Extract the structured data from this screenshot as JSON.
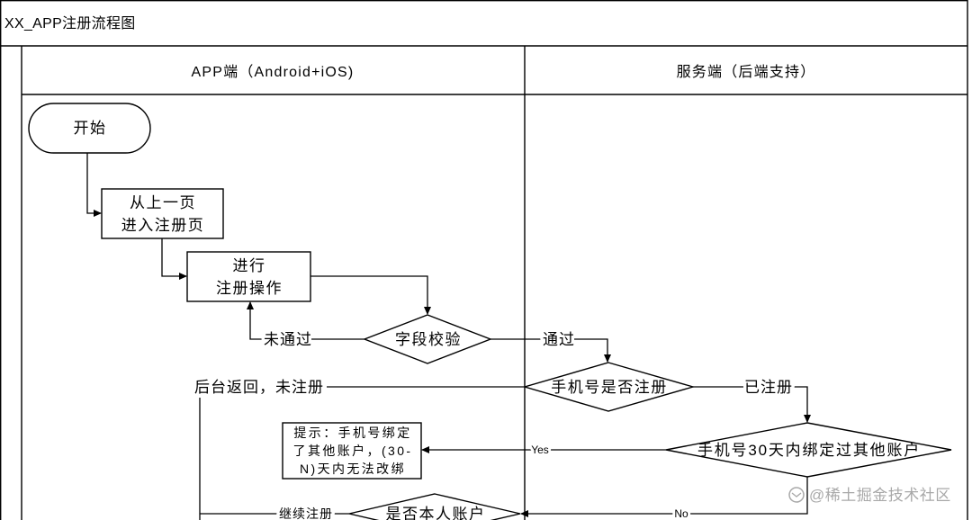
{
  "title": "XX_APP注册流程图",
  "lanes": [
    {
      "label": "APP端（Android+iOS)"
    },
    {
      "label": "服务端（后端支持）"
    }
  ],
  "nodes": {
    "start": {
      "lines": [
        "开始"
      ]
    },
    "enter_page": {
      "lines": [
        "从上一页",
        "进入注册页"
      ]
    },
    "register_op": {
      "lines": [
        "进行",
        "注册操作"
      ]
    },
    "field_check": {
      "lines": [
        "字段校验"
      ]
    },
    "phone_registered": {
      "lines": [
        "手机号是否注册"
      ]
    },
    "bound_30_days": {
      "lines": [
        "手机号30天内绑定过其他账户"
      ]
    },
    "bound_tip": {
      "lines": [
        "提示：手机号绑定",
        "了其他账户，(30-",
        "N)天内无法改绑"
      ]
    },
    "own_account": {
      "lines": [
        "是否本人账户"
      ]
    }
  },
  "edge_labels": {
    "not_passed": "未通过",
    "passed": "通过",
    "backend_return": "后台返回，未注册",
    "registered": "已注册",
    "yes": "Yes",
    "no": "No",
    "continue_register": "继续注册"
  },
  "watermark": {
    "text": "@稀土掘金技术社区",
    "icon": "juejin-logo-icon"
  },
  "colors": {
    "line": "#000000",
    "background": "#ffffff",
    "watermark": "#9a9a9a"
  }
}
